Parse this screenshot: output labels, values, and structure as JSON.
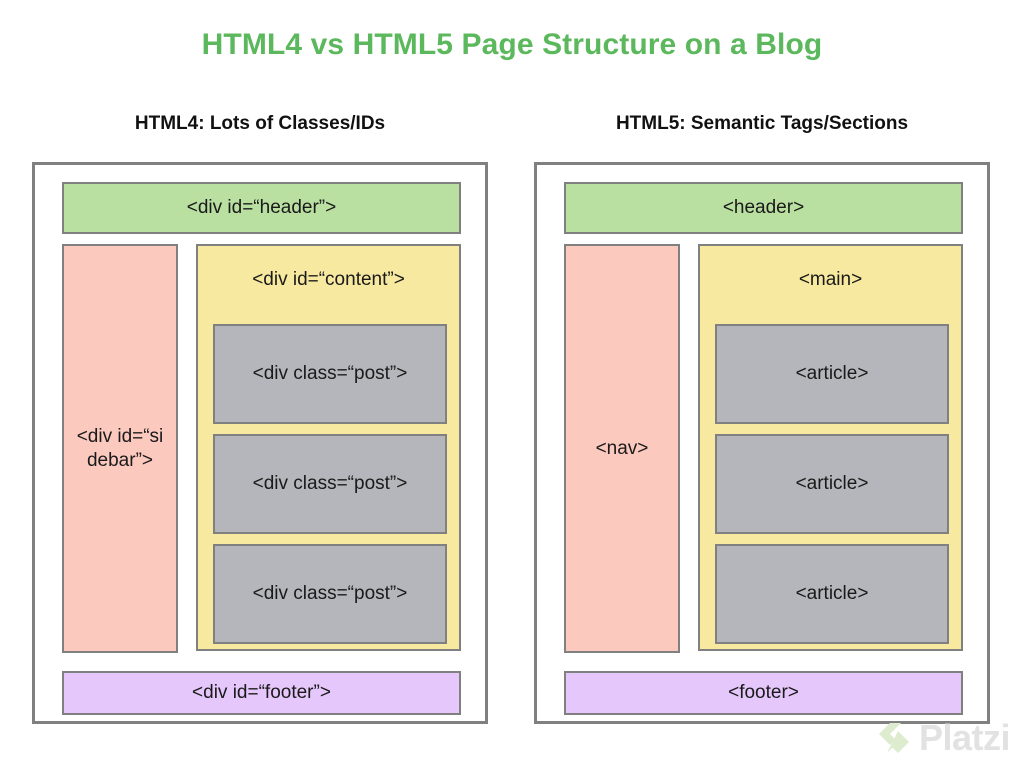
{
  "title": "HTML4 vs HTML5 Page Structure on a Blog",
  "title_color": "#5cb85c",
  "columns": [
    {
      "heading": "HTML4: Lots of Classes/IDs",
      "header": {
        "label": "<div id=“header”>",
        "color": "#b9e0a1"
      },
      "aside": {
        "label": "<div id=“sidebar”>",
        "color": "#fcc9bf"
      },
      "content": {
        "label": "<div id=“content”>",
        "color": "#f8e9a0",
        "items": [
          {
            "label": "<div class=“post”>",
            "color": "#b5b6bb"
          },
          {
            "label": "<div class=“post”>",
            "color": "#b5b6bb"
          },
          {
            "label": "<div class=“post”>",
            "color": "#b5b6bb"
          }
        ]
      },
      "footer": {
        "label": "<div id=“footer”>",
        "color": "#e6c7fb"
      }
    },
    {
      "heading": "HTML5: Semantic Tags/Sections",
      "header": {
        "label": "<header>",
        "color": "#b9e0a1"
      },
      "aside": {
        "label": "<nav>",
        "color": "#fcc9bf"
      },
      "content": {
        "label": "<main>",
        "color": "#f8e9a0",
        "items": [
          {
            "label": "<article>",
            "color": "#b5b6bb"
          },
          {
            "label": "<article>",
            "color": "#b5b6bb"
          },
          {
            "label": "<article>",
            "color": "#b5b6bb"
          }
        ]
      },
      "footer": {
        "label": "<footer>",
        "color": "#e6c7fb"
      }
    }
  ],
  "watermark": {
    "text": "Platzi",
    "logo_color": "#ddeccf",
    "text_color": "#e2e2e2"
  }
}
